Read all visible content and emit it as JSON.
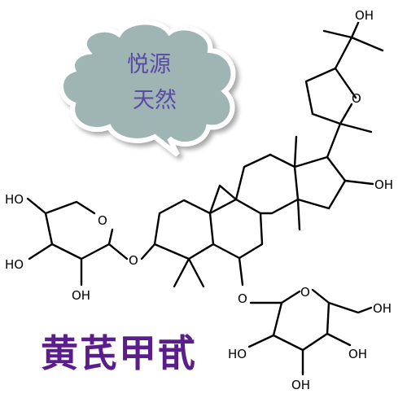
{
  "bubble": {
    "line1": "悦源",
    "line2": "天然",
    "fill": "#9fb5b3",
    "text_color": "#5a4aa6"
  },
  "title": {
    "text": "黄芪甲甙",
    "color": "#5c1d8c"
  },
  "atom_labels": {
    "hydroxyl": "OH",
    "hydroxyl_left": "HO",
    "oxygen": "O"
  }
}
